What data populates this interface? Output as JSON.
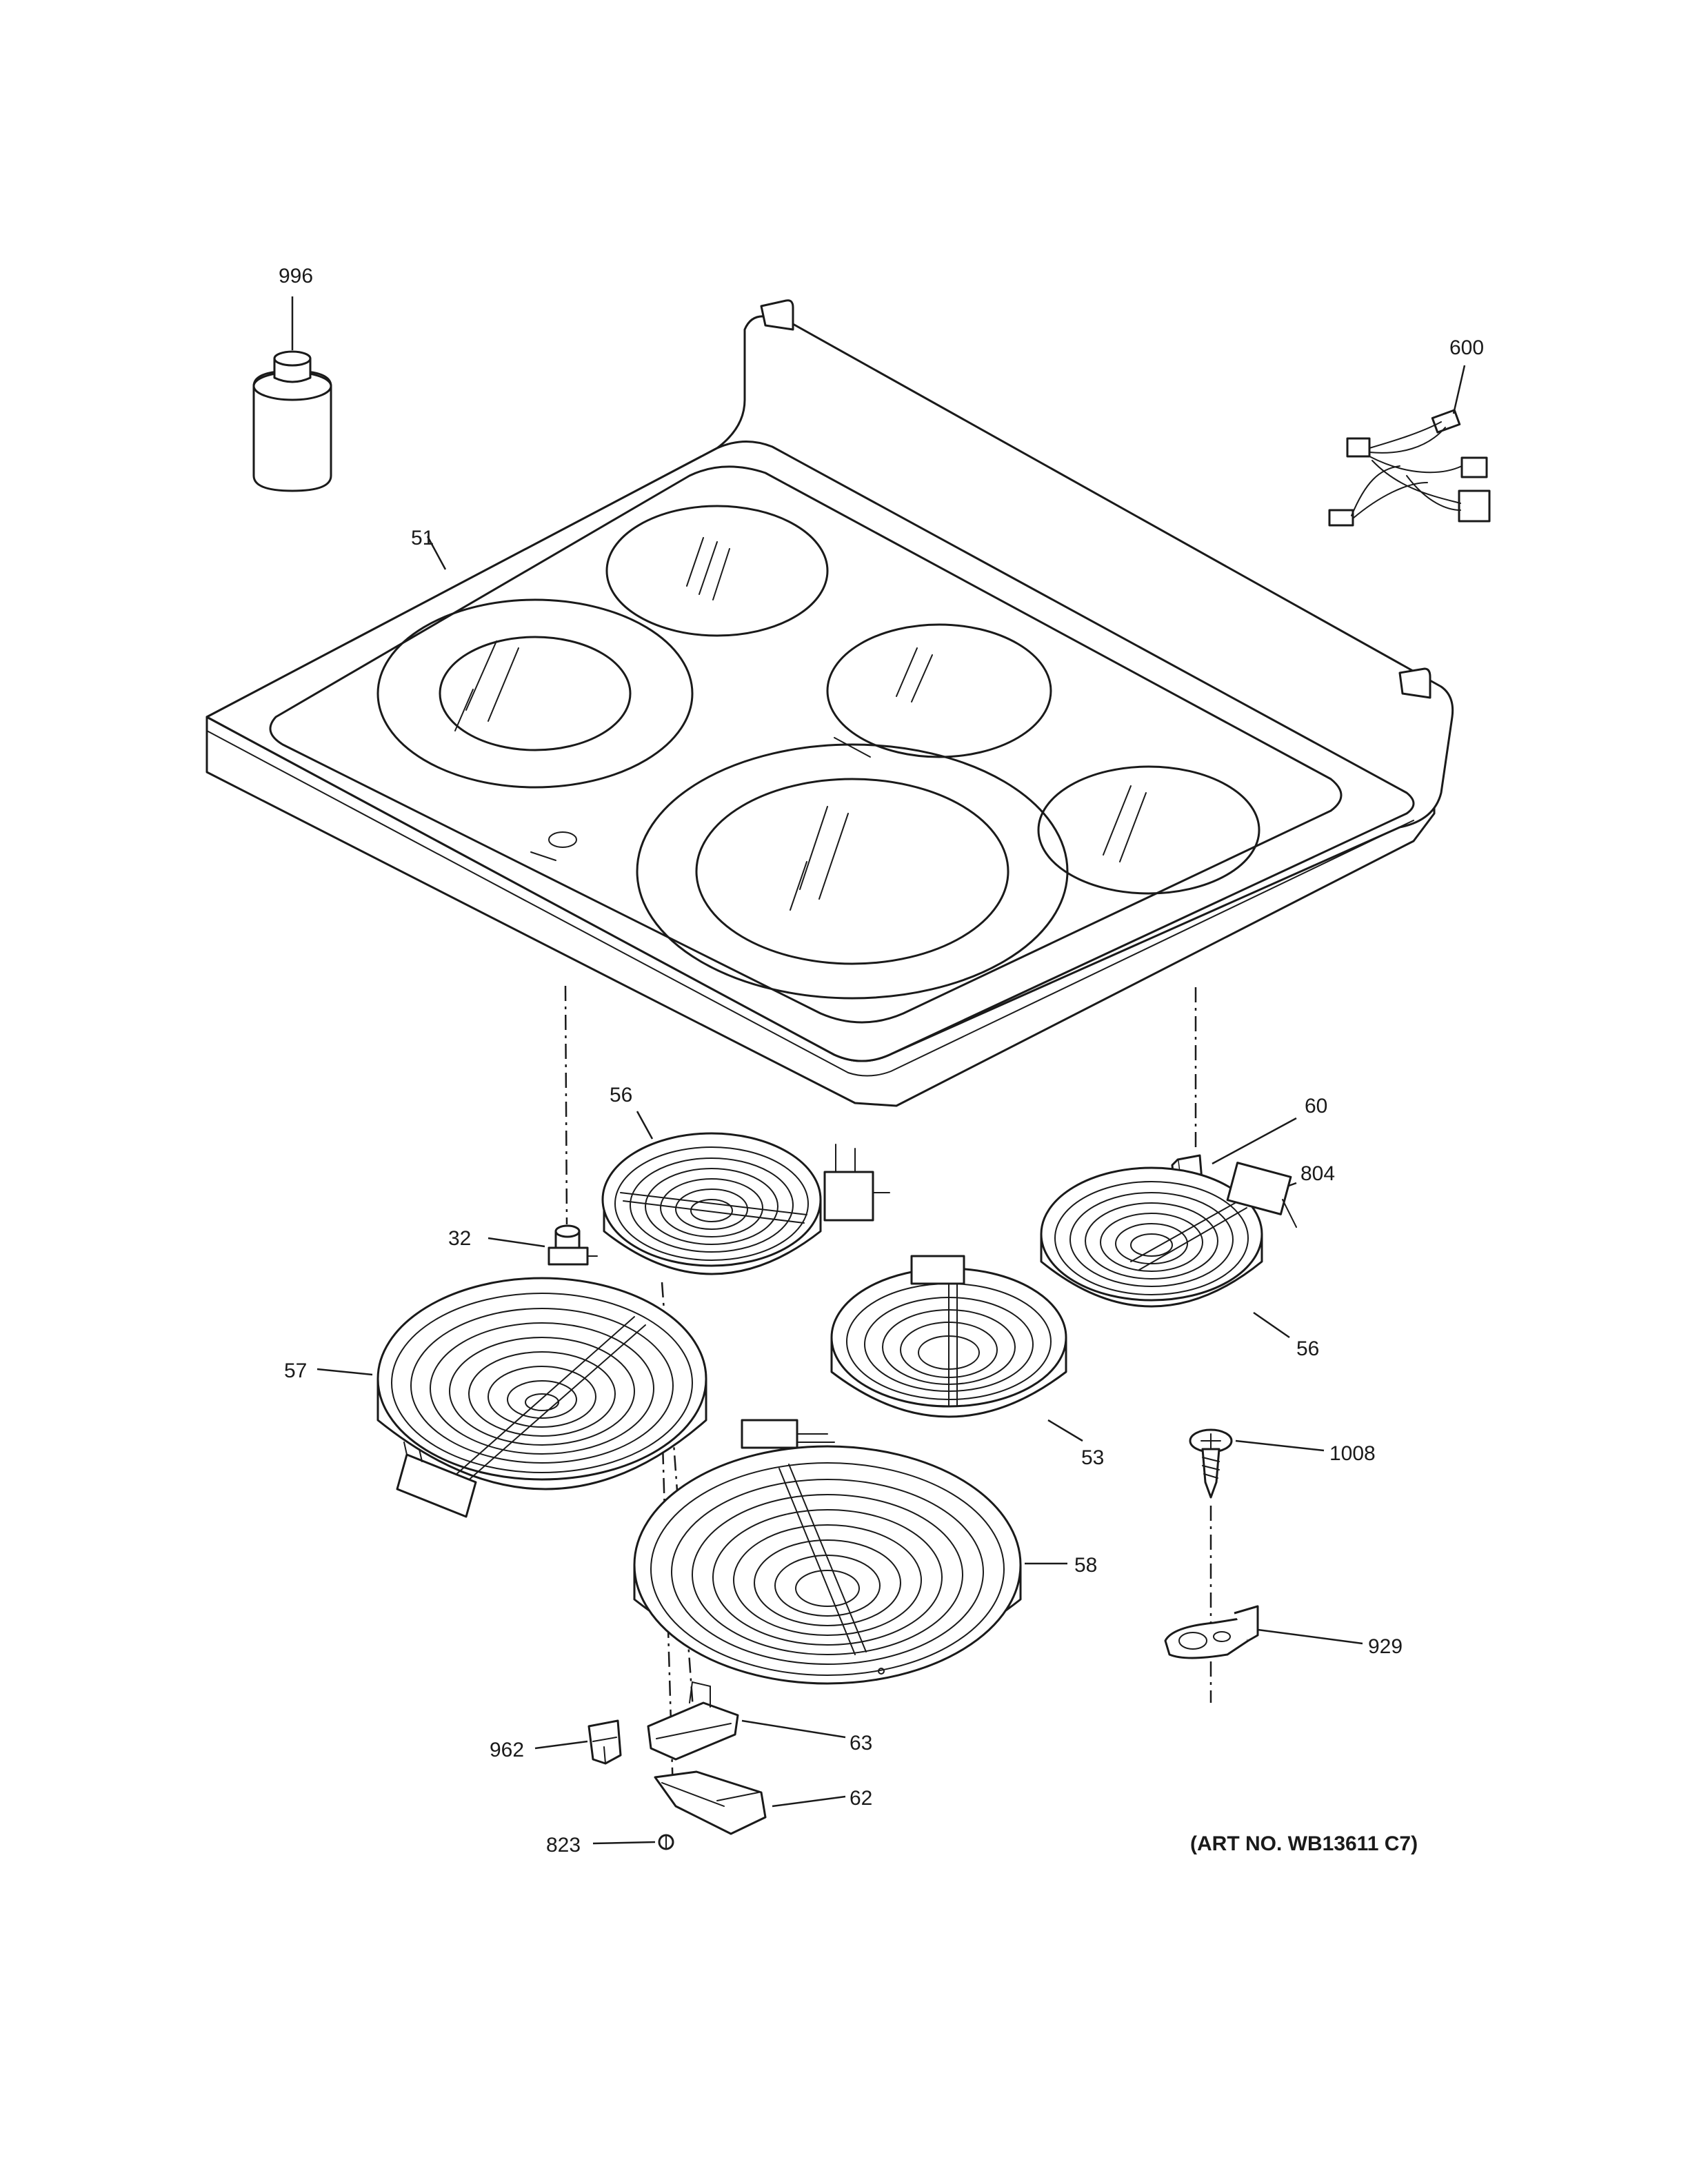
{
  "callouts": {
    "c996": "996",
    "c600": "600",
    "c51": "51",
    "c60": "60",
    "c804": "804",
    "c56a": "56",
    "c32": "32",
    "c56b": "56",
    "c57": "57",
    "c53": "53",
    "c1008": "1008",
    "c58": "58",
    "c929": "929",
    "c962": "962",
    "c63": "63",
    "c62": "62",
    "c823": "823"
  },
  "art_number": "(ART NO. WB13611 C7)"
}
